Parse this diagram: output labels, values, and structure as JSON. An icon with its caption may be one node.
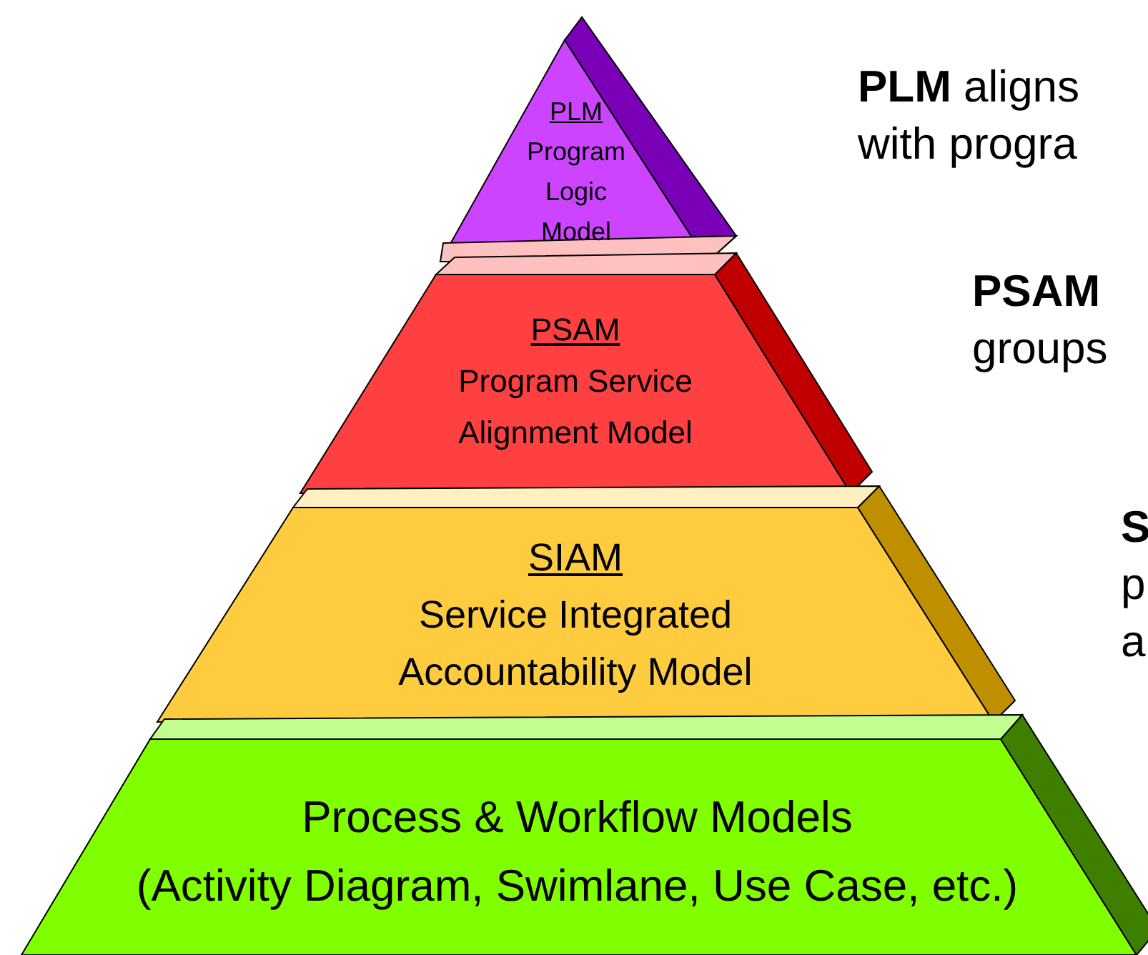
{
  "diagram": {
    "nodes": [
      {
        "text": [
          "PLM",
          "Program Logic Model"
        ]
      },
      {
        "text": [
          "PSAM",
          "Program Service Alignment Model"
        ]
      },
      {
        "text": [
          "SIAM",
          "Service Integrated Accountability Model"
        ]
      },
      {
        "text": [
          "Process & Workflow Models",
          "(Activity Diagram, Swimlane, Use Case, etc.)"
        ]
      }
    ],
    "labels": [
      "**PLM** aligns",
      "with progra",
      "**PSAM**",
      "groups",
      "**S**",
      "p",
      "a"
    ]
  }
}
